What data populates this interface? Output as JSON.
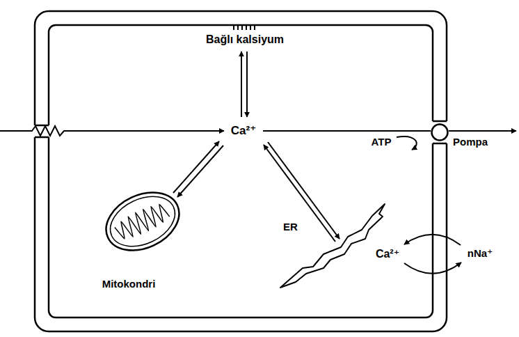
{
  "diagram": {
    "nodes": [
      {
        "text": [
          "Pompa"
        ]
      },
      {
        "text": [
          "Mitokondri"
        ]
      },
      {
        "text": [
          "ER"
        ]
      }
    ],
    "labels": [
      "Bağlı kalsiyum",
      "Ca²⁺",
      "ATP",
      "Ca²⁺",
      "nNa⁺"
    ]
  }
}
